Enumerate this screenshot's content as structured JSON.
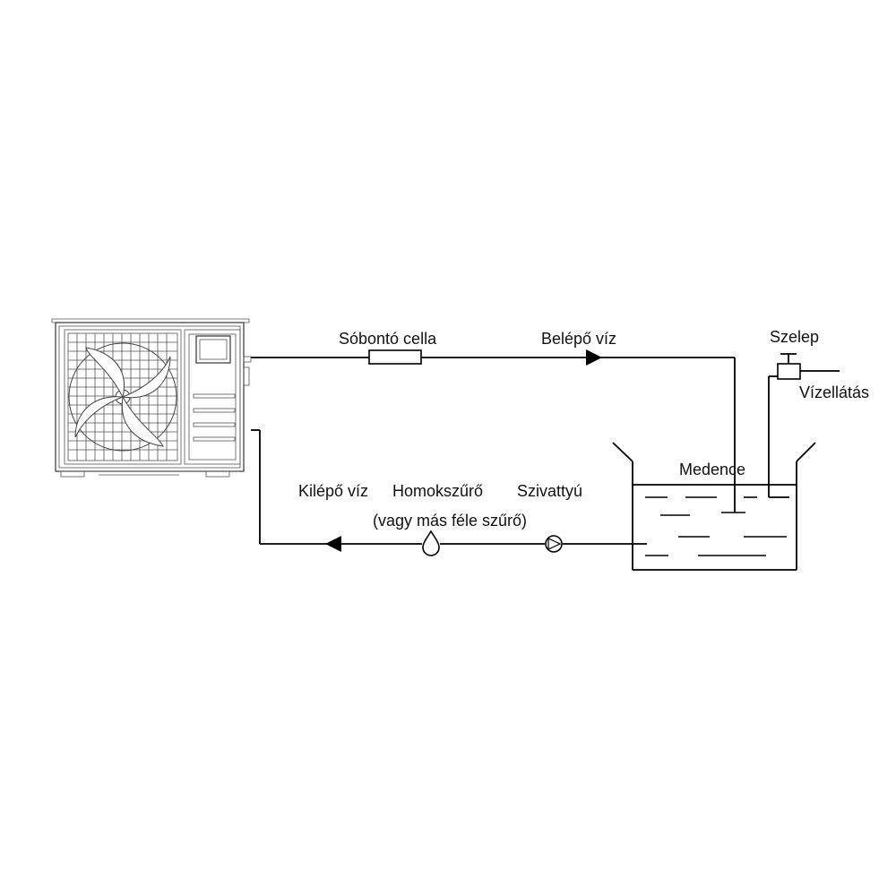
{
  "labels": {
    "salt_cell": "Sóbontó cella",
    "inlet_water": "Belépő víz",
    "valve": "Szelep",
    "water_supply": "Vízellátás",
    "pool": "Medence",
    "outlet_water": "Kilépő víz",
    "sand_filter": "Homokszűrő",
    "other_filter": "(vagy más féle szűrő)",
    "pump": "Szivattyú"
  },
  "colors": {
    "line": "#000000",
    "text": "#111111",
    "background": "#ffffff"
  },
  "icons": {
    "heat_pump": "heat-pump-unit-icon",
    "fan": "fan-icon",
    "salt_cell": "salt-cell-icon",
    "filter": "filter-drop-icon",
    "pump": "pump-icon",
    "valve": "valve-icon",
    "flow_arrow": "flow-arrow-icon"
  }
}
